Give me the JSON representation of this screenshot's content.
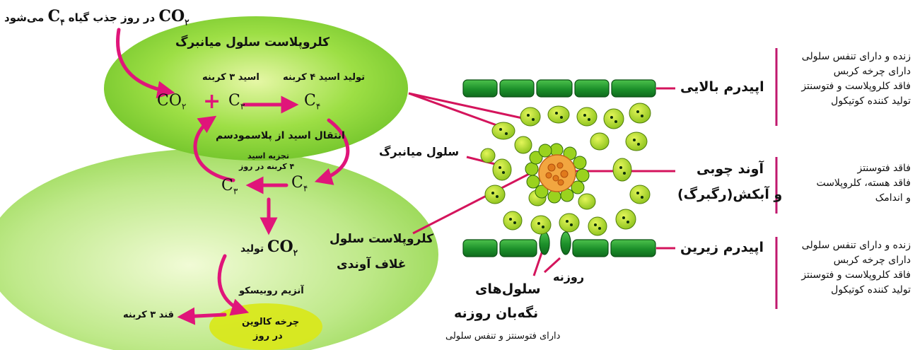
{
  "colors": {
    "mesophyll_ellipse": "#8fdc3a",
    "bundle_sheath_ellipse": "#b9ec7a",
    "calvin_fill": "#d8e81c",
    "arrow": "#e0157a",
    "epidermis_cell": "#1f9a2f",
    "mesophyll_cell": "#a8d929",
    "bracket": "#c0186e",
    "pointer": "#d4145c"
  },
  "icons": {
    "arrow": "curved-arrow-icon",
    "plus": "plus-sign-icon"
  },
  "left": {
    "top_caption_text": "در روز جذب گیاه",
    "top_caption_plant": "C",
    "top_caption_sub": "۴",
    "top_caption_end": "می‌شود",
    "top_co2": "CO",
    "top_co2_sub": "۲",
    "mesophyll_title": "کلروپلاست سلول میانبرگ",
    "acid3_label": "اسید ۳ کربنه",
    "acid4_label": "تولید اسید ۴ کربنه",
    "co2_symbol": "CO",
    "co2_sub": "۲",
    "plus": "+",
    "c3_symbol": "C",
    "c3_sub": "۳",
    "c4_symbol": "C",
    "c4_sub": "۴",
    "transfer_label": "انتقال اسید از پلاسمودسم",
    "decompose_line1": "تجزیه اسید",
    "decompose_line2": "۴ کربنه در روز",
    "c3_lower_symbol": "C",
    "c3_lower_sub": "۳",
    "c4_lower_symbol": "C",
    "c4_lower_sub": "۴",
    "produce_co2_label": "تولید",
    "produce_co2_symbol": "CO",
    "produce_co2_sub": "۲",
    "bundle_title_line1": "کلروپلاست سلول",
    "bundle_title_line2": "غلاف آوندی",
    "rubisco_label": "آنزیم روبیسکو",
    "sugar_label": "قند ۳ کربنه",
    "calvin_line1": "چرخه کالوین",
    "calvin_line2": "در روز"
  },
  "right": {
    "upper_epidermis": "اپیدرم بالایی",
    "upper_notes": [
      "زنده و دارای تنفس سلولی",
      "دارای چرخه کربس",
      "فاقد کلروپلاست و فتوسنتز",
      "تولید کننده کوتیکول"
    ],
    "mesophyll_cell": "سلول میانبرگ",
    "xylem_line1": "آوند چوبی",
    "xylem_line2": "و آبکش(رگبرگ)",
    "xylem_notes": [
      "فاقد فتوسنتز",
      "فاقد هسته، کلروپلاست",
      "و اندامک"
    ],
    "lower_epidermis": "اپیدرم زیرین",
    "lower_notes": [
      "زنده و دارای تنفس سلولی",
      "دارای چرخه کربس",
      "فاقد کلروپلاست و فتوسنتز",
      "تولید کننده کوتیکول"
    ],
    "stoma": "روزنه",
    "guard_line1": "سلول‌های",
    "guard_line2": "نگه‌بان روزنه",
    "guard_note": "دارای فتوسنتز و تنفس سلولی"
  }
}
